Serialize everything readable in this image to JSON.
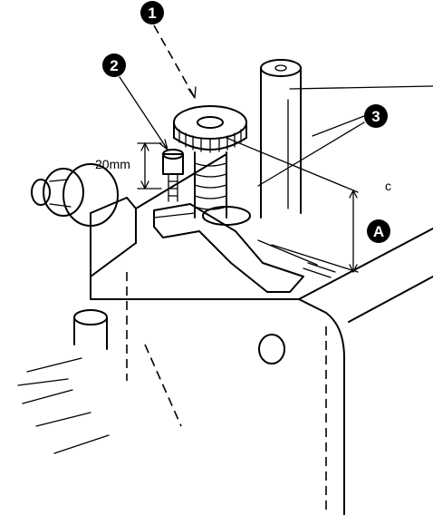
{
  "callouts": [
    "1",
    "2",
    "3"
  ],
  "dimension_label": "20mm",
  "dimension_marker": "A",
  "small_mark": "c"
}
